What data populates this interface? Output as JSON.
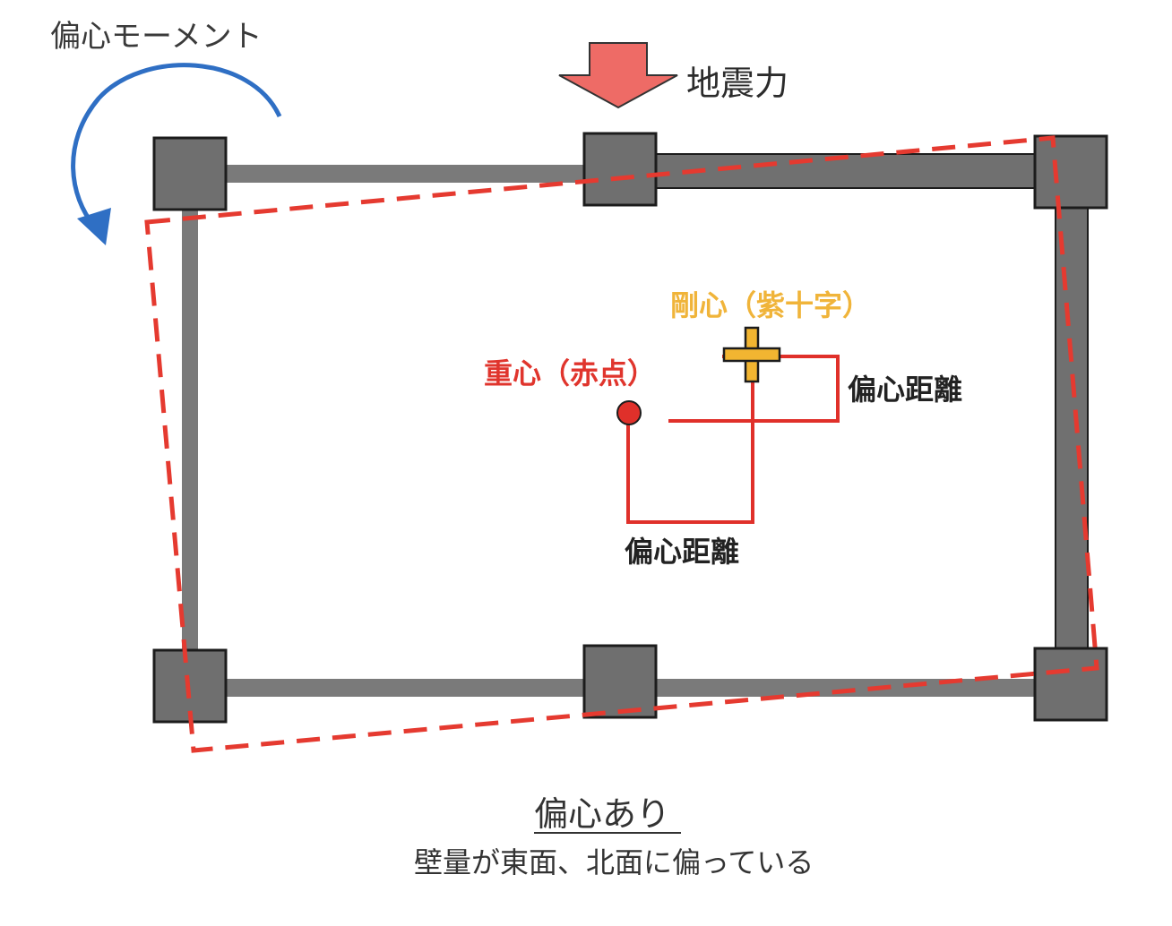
{
  "labels": {
    "moment": "偏心モーメント",
    "force": "地震力",
    "center_of_rigidity": "剛心（紫十字）",
    "center_of_gravity": "重心（赤点）",
    "eccentric_distance_right": "偏心距離",
    "eccentric_distance_bottom": "偏心距離",
    "caption_title": "偏心あり",
    "caption_subtitle": "壁量が東面、北面に偏っている"
  },
  "colors": {
    "column_fill": "#6f6f6f",
    "column_stroke": "#1c1c1c",
    "beam": "#7a7a7a",
    "deformed_outline": "#e53a30",
    "moment_arrow": "#2f6fc4",
    "force_arrow": "#ee6b66",
    "center_of_gravity": "#e0302a",
    "center_of_rigidity": "#f2b531",
    "cog_label": "#e0352d",
    "cor_label": "#f0b43a",
    "distance_line": "#e0302a"
  },
  "icons": {
    "moment_arrow": "curved-arrow-icon",
    "force_arrow": "down-arrow-icon",
    "center_of_gravity": "dot-icon",
    "center_of_rigidity": "cross-icon"
  }
}
